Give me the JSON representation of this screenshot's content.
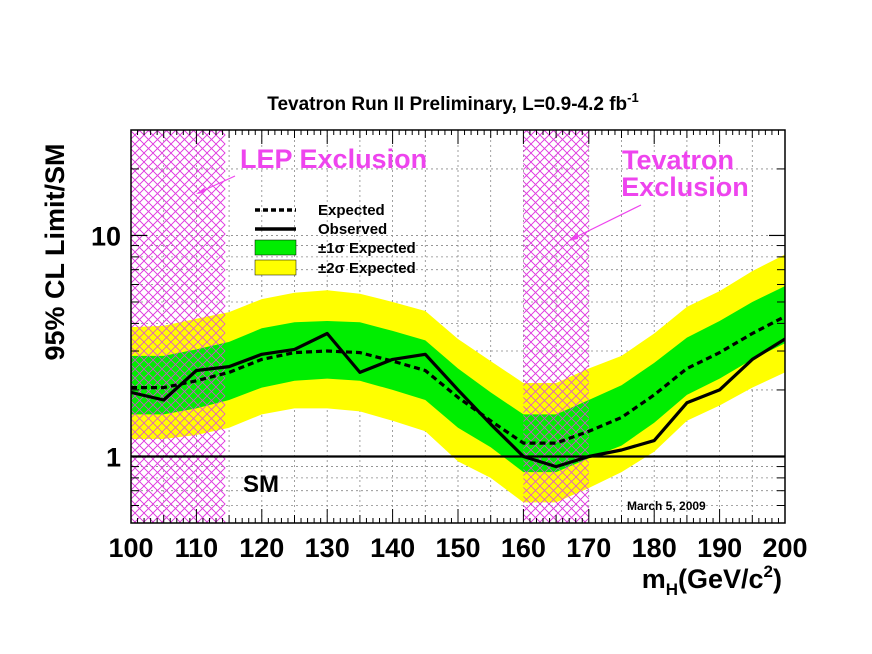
{
  "chart_data": {
    "type": "line",
    "title_main": "Tevatron Run II Preliminary, L=0.9-4.2 fb",
    "title_sup": "-1",
    "xlabel_main": "m",
    "xlabel_sub": "H",
    "xlabel_units": "(GeV/c",
    "xlabel_sup": "2",
    "xlabel_close": ")",
    "ylabel": "95% CL Limit/SM",
    "xlim": [
      100,
      200
    ],
    "ylim": [
      0.5,
      30
    ],
    "y_scale": "log",
    "grid": true,
    "x_ticks": [
      100,
      110,
      120,
      130,
      140,
      150,
      160,
      170,
      180,
      190,
      200
    ],
    "x_tick_labels": [
      "100",
      "110",
      "120",
      "130",
      "140",
      "150",
      "160",
      "170",
      "180",
      "190",
      "200"
    ],
    "y_ticks": [
      1,
      10
    ],
    "y_tick_labels": [
      "1",
      "10"
    ],
    "x": [
      100,
      105,
      110,
      115,
      120,
      125,
      130,
      135,
      140,
      145,
      150,
      155,
      160,
      165,
      170,
      175,
      180,
      185,
      190,
      195,
      200
    ],
    "series": [
      {
        "name": "Expected",
        "style": "dashed",
        "color": "#000000",
        "values": [
          2.05,
          2.05,
          2.2,
          2.4,
          2.75,
          2.95,
          3.0,
          2.95,
          2.7,
          2.45,
          1.85,
          1.45,
          1.15,
          1.15,
          1.3,
          1.5,
          1.9,
          2.5,
          2.95,
          3.6,
          4.3
        ]
      },
      {
        "name": "Observed",
        "style": "solid",
        "color": "#000000",
        "values": [
          1.95,
          1.8,
          2.45,
          2.55,
          2.9,
          3.05,
          3.6,
          2.4,
          2.75,
          2.9,
          2.0,
          1.4,
          1.0,
          0.9,
          1.0,
          1.07,
          1.18,
          1.75,
          2.0,
          2.75,
          3.4
        ]
      }
    ],
    "bands": [
      {
        "name": "±2σ Expected",
        "color": "#ffff00",
        "lower": [
          1.2,
          1.2,
          1.25,
          1.35,
          1.55,
          1.65,
          1.65,
          1.6,
          1.45,
          1.3,
          0.95,
          0.8,
          0.62,
          0.62,
          0.72,
          0.85,
          1.05,
          1.45,
          1.7,
          2.05,
          2.4
        ],
        "upper": [
          3.85,
          3.9,
          4.2,
          4.5,
          5.15,
          5.5,
          5.65,
          5.45,
          5.0,
          4.55,
          3.4,
          2.7,
          2.15,
          2.15,
          2.5,
          2.85,
          3.6,
          4.75,
          5.6,
          6.9,
          8.2
        ]
      },
      {
        "name": "±1σ Expected",
        "color": "#00ee00",
        "lower": [
          1.55,
          1.55,
          1.65,
          1.8,
          2.05,
          2.2,
          2.25,
          2.2,
          2.0,
          1.8,
          1.35,
          1.1,
          0.85,
          0.85,
          0.98,
          1.12,
          1.42,
          1.9,
          2.25,
          2.75,
          3.25
        ],
        "upper": [
          2.85,
          2.85,
          3.05,
          3.3,
          3.8,
          4.05,
          4.1,
          4.05,
          3.7,
          3.35,
          2.5,
          1.95,
          1.55,
          1.55,
          1.8,
          2.1,
          2.65,
          3.45,
          4.1,
          5.0,
          5.9
        ]
      }
    ],
    "exclusion_regions": [
      {
        "name": "LEP Exclusion",
        "x_range": [
          100,
          114.4
        ],
        "label_lines": [
          "LEP Exclusion"
        ],
        "color": "#ee44ee"
      },
      {
        "name": "Tevatron Exclusion",
        "x_range": [
          160,
          170
        ],
        "label_lines": [
          "Tevatron",
          "Exclusion"
        ],
        "color": "#ee44ee"
      }
    ],
    "sm_line": {
      "y": 1,
      "label": "SM"
    },
    "annotation_date": "March 5, 2009",
    "legend": {
      "position": "top-left",
      "entries": [
        {
          "label": "Expected",
          "kind": "dashed"
        },
        {
          "label": "Observed",
          "kind": "solid"
        },
        {
          "label": "±1σ Expected",
          "kind": "box",
          "color": "#00ee00"
        },
        {
          "label": "±2σ Expected",
          "kind": "box",
          "color": "#ffff00"
        }
      ]
    }
  }
}
